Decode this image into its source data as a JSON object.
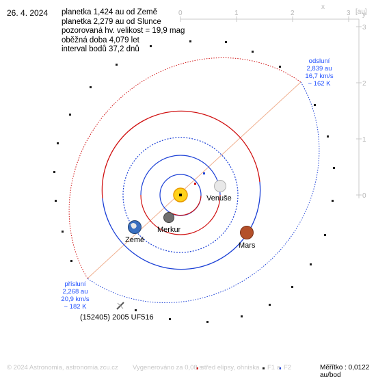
{
  "date": "26. 4. 2024",
  "info": [
    "planetka 1,424 au od Země",
    "planetka 2,279 au od Slunce",
    "pozorovaná hv. velikost = 19,9 mag",
    "oběžná doba 4,079 let",
    "interval bodů 37,2 dnů"
  ],
  "axes": {
    "unit_label": "[au]",
    "x_label": "x",
    "y_label": "y",
    "x_ticks": [
      "0",
      "1",
      "2",
      "3"
    ],
    "y_ticks": [
      "3",
      "2",
      "1",
      "0"
    ]
  },
  "perihelion": {
    "title": "přísluní",
    "distance": "2,268 au",
    "speed": "20,9 km/s",
    "temp": "~ 182 K"
  },
  "aphelion": {
    "title": "odsluní",
    "distance": "2,839 au",
    "speed": "16,7 km/s",
    "temp": "~ 162 K"
  },
  "asteroid_name": "(152405) 2005 UF516",
  "planets": {
    "venus": "Venuše",
    "mercury": "Merkur",
    "earth": "Země",
    "mars": "Mars"
  },
  "footer": {
    "copyright": "© 2024 Astronomia, astronomia.zcu.cz",
    "generated": "Vygenerováno za 0,08 s",
    "legend_center": "střed elipsy, ohniska",
    "legend_f1": "F1 a",
    "legend_f2": "F2",
    "scale": "Měřítko : 0,0122 au/bod"
  },
  "colors": {
    "orbit_red": "#d01010",
    "orbit_blue": "#1a3fd6",
    "axis": "#c0c0c0",
    "line_of_apsides": "#f0b090"
  }
}
